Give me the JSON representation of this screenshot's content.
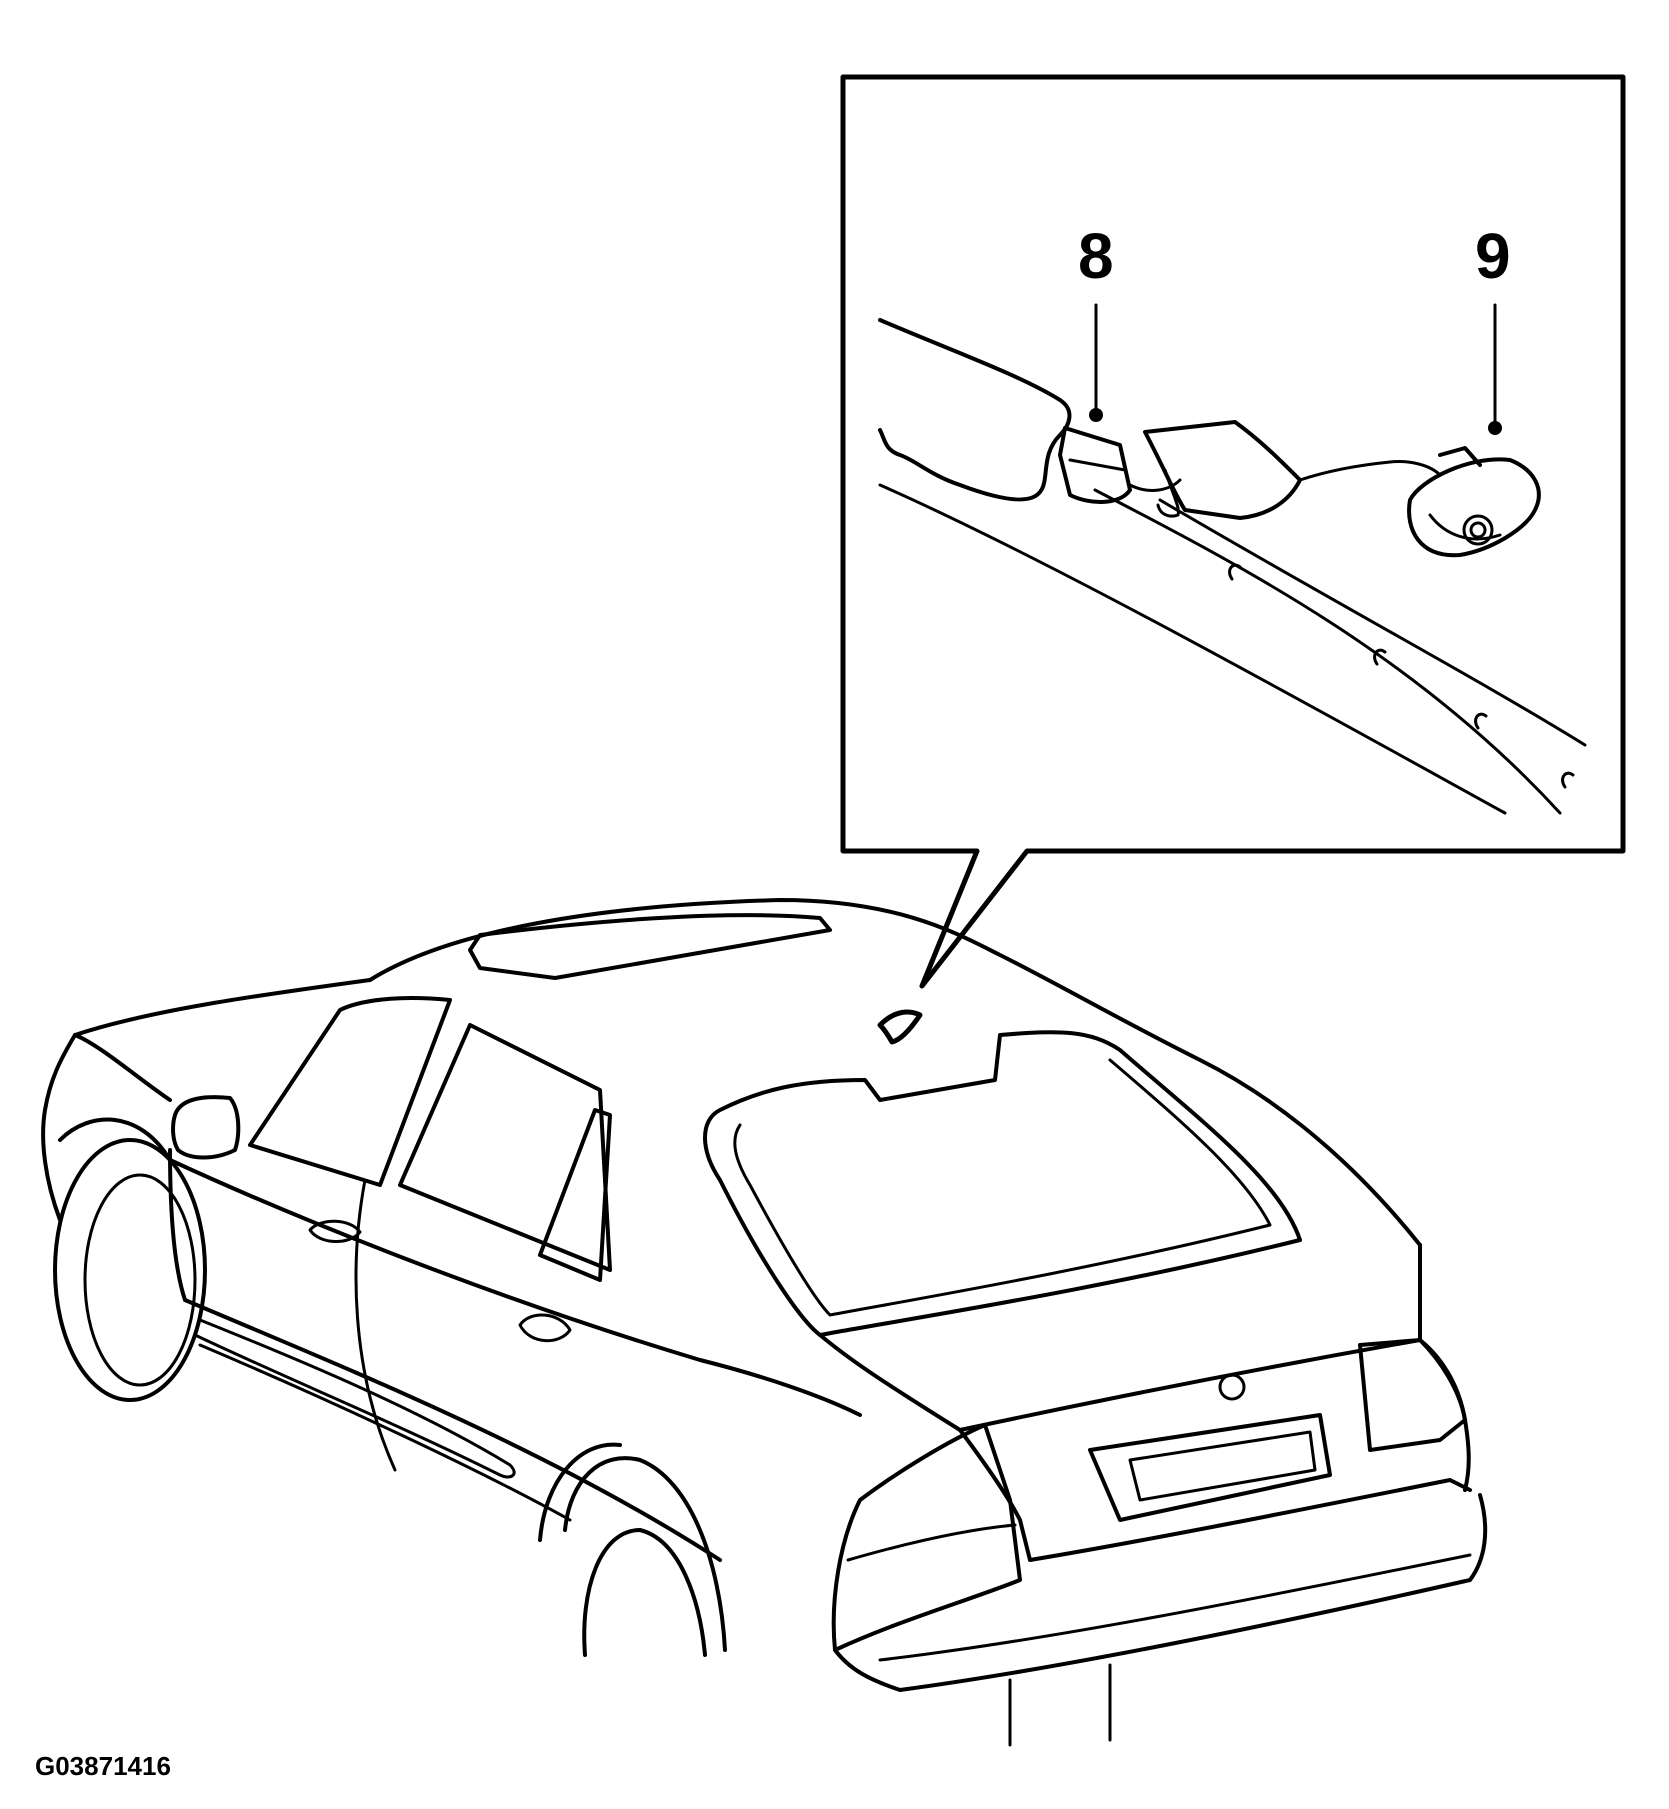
{
  "callouts": {
    "part_8": "8",
    "part_9": "9"
  },
  "figure_id": "G03871416"
}
